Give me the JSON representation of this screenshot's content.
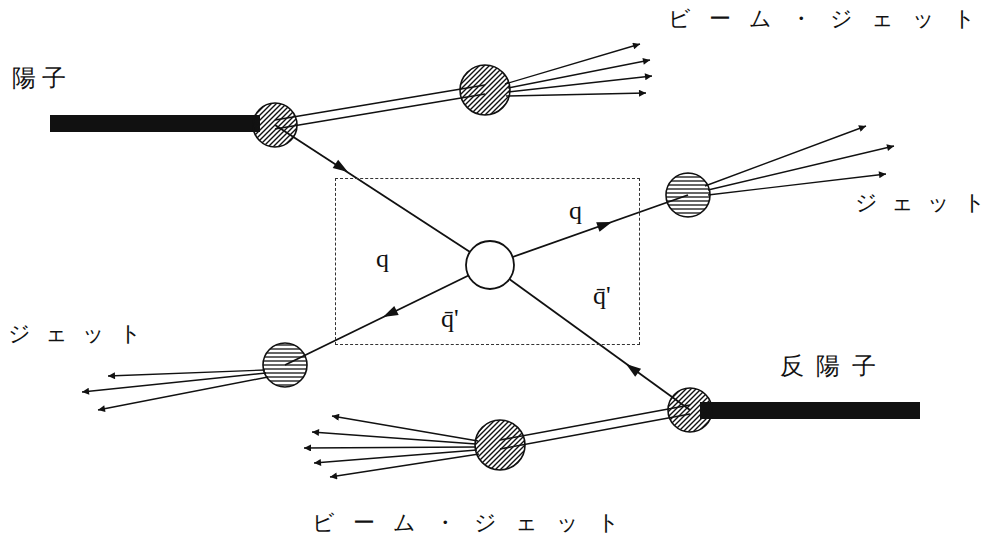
{
  "diagram": {
    "nodes": [
      {
        "text": [
          "q",
          "q",
          "q̄'",
          "q̄'"
        ]
      }
    ],
    "labels": [
      "ビーム・ジェット",
      "陽子",
      "ジェット",
      "ジェット",
      "反陽子",
      "ビーム・ジェット"
    ]
  }
}
